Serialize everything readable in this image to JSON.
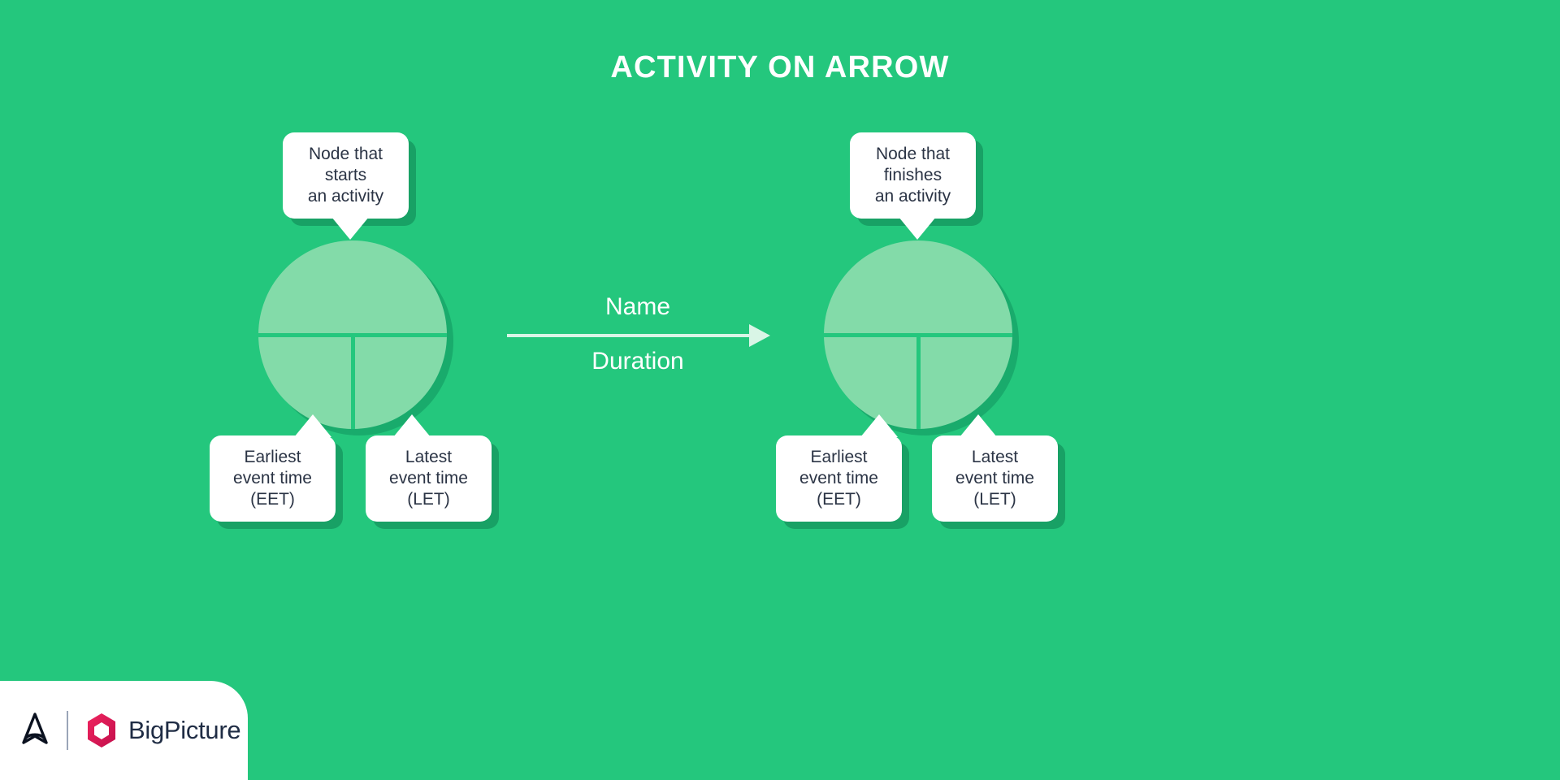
{
  "title": "ACTIVITY ON ARROW",
  "colors": {
    "background_green": "#24c77d",
    "node_fill": "#83dba9",
    "node_shadow": "#17a668",
    "bubble_bg": "#ffffff",
    "bubble_text": "#2b3445",
    "arrow": "#d9f5e6",
    "logo_hex": "#e4175c",
    "logo_text": "#1f2c44"
  },
  "nodes": {
    "left": {
      "name": "start-node",
      "top_bubble": {
        "lines": [
          "Node that",
          "starts",
          "an activity"
        ]
      },
      "eet_bubble": {
        "lines": [
          "Earliest",
          "event time",
          "(EET)"
        ]
      },
      "let_bubble": {
        "lines": [
          "Latest",
          "event time",
          "(LET)"
        ]
      }
    },
    "right": {
      "name": "finish-node",
      "top_bubble": {
        "lines": [
          "Node that",
          "finishes",
          "an activity"
        ]
      },
      "eet_bubble": {
        "lines": [
          "Earliest",
          "event time",
          "(EET)"
        ]
      },
      "let_bubble": {
        "lines": [
          "Latest",
          "event time",
          "(LET)"
        ]
      }
    }
  },
  "arrow": {
    "label_above": "Name",
    "label_below": "Duration",
    "direction": "left-to-right"
  },
  "logo": {
    "mark_icon": "appfire-arrowhead-icon",
    "product_icon": "bigpicture-hexagon-icon",
    "product_name": "BigPicture"
  }
}
